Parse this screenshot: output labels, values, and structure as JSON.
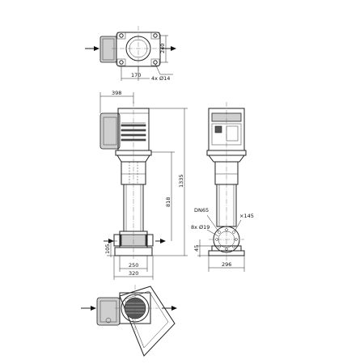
{
  "dimensions": {
    "top_view": {
      "depth": "240",
      "offset": "170",
      "holes": "4x Ø14"
    },
    "front_view": {
      "motor_width": "398",
      "total_height": "1335",
      "shaft_height": "818",
      "port_height": "105",
      "base_width": "250",
      "foot_width": "320"
    },
    "side_view": {
      "flange": "DN65",
      "flange_holes": "8x Ø19",
      "pitch_circle": "×145",
      "base_height": "45",
      "base_depth": "296"
    }
  }
}
